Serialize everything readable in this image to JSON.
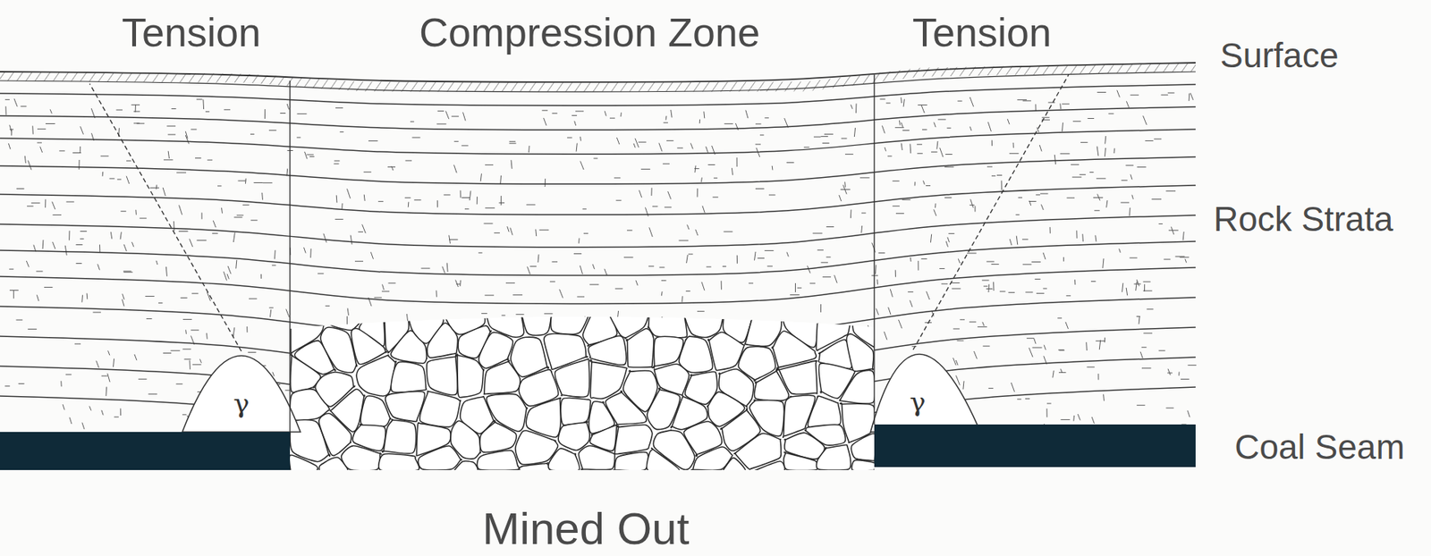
{
  "diagram": {
    "labels": [
      "Tension",
      "Compression Zone",
      "Tension",
      "Surface",
      "Rock Strata",
      "Coal Seam",
      "Mined Out",
      "γ",
      "γ"
    ]
  }
}
